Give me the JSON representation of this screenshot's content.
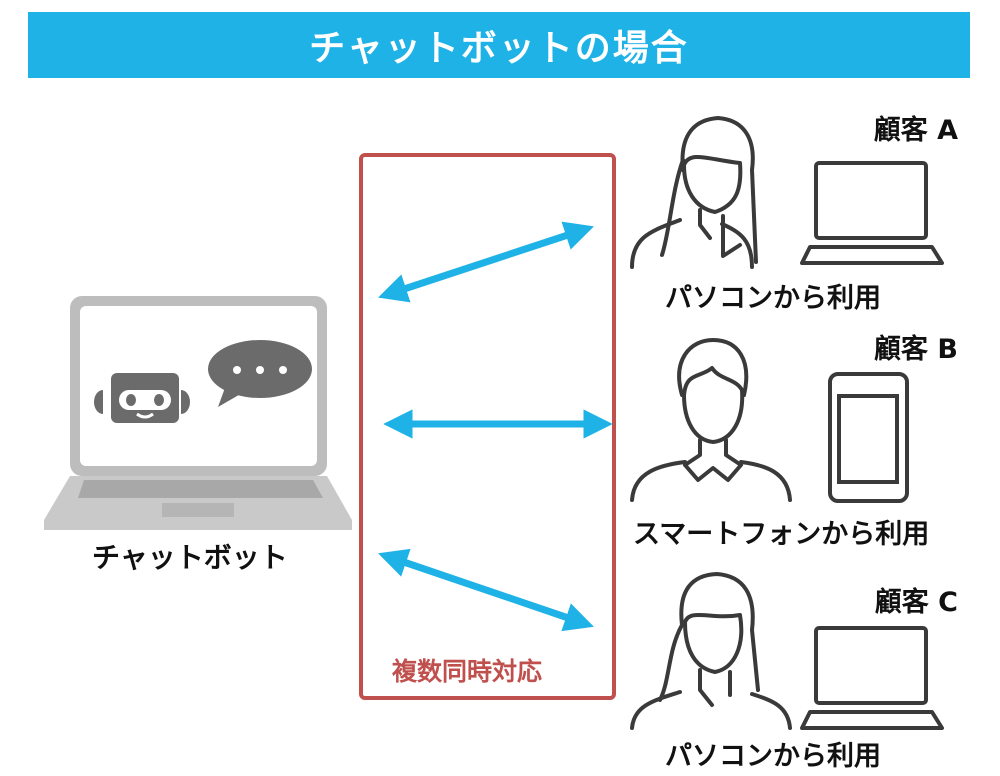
{
  "title": "チャットボットの場合",
  "chatbot_label": "チャットボット",
  "concurrent_label": "複数同時対応",
  "customers": [
    {
      "name": "顧客 A",
      "usage": "パソコンから利用",
      "device": "laptop"
    },
    {
      "name": "顧客 B",
      "usage": "スマートフォンから利用",
      "device": "smartphone"
    },
    {
      "name": "顧客 C",
      "usage": "パソコンから利用",
      "device": "laptop"
    }
  ],
  "colors": {
    "accent": "#1fb2e6",
    "box": "#c0504d",
    "icon": "#3a3a3a",
    "laptop_gray": "#bdbdbd",
    "robot": "#6b6b6b"
  }
}
